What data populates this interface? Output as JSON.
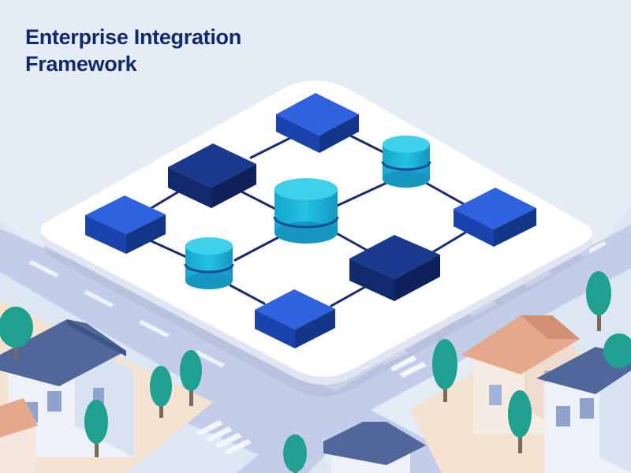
{
  "title": {
    "line1": "Enterprise Integration",
    "line2": "Framework"
  },
  "diagram": {
    "nodes": [
      {
        "id": "block-top",
        "shape": "block",
        "tone": "blue"
      },
      {
        "id": "block-upper-left",
        "shape": "block",
        "tone": "navy"
      },
      {
        "id": "cylinder-upper-right",
        "shape": "cylinder",
        "tone": "cyan"
      },
      {
        "id": "block-left",
        "shape": "block",
        "tone": "blue"
      },
      {
        "id": "cylinder-center",
        "shape": "cylinder",
        "tone": "cyan"
      },
      {
        "id": "block-right",
        "shape": "block",
        "tone": "blue"
      },
      {
        "id": "cylinder-lower-left",
        "shape": "cylinder",
        "tone": "cyan"
      },
      {
        "id": "block-lower-right",
        "shape": "block",
        "tone": "navy"
      },
      {
        "id": "block-bottom",
        "shape": "block",
        "tone": "blue"
      }
    ],
    "edges": [
      [
        "block-top",
        "block-upper-left"
      ],
      [
        "block-top",
        "cylinder-upper-right"
      ],
      [
        "block-upper-left",
        "block-left"
      ],
      [
        "block-upper-left",
        "cylinder-center"
      ],
      [
        "cylinder-upper-right",
        "cylinder-center"
      ],
      [
        "cylinder-upper-right",
        "block-right"
      ],
      [
        "block-left",
        "cylinder-lower-left"
      ],
      [
        "cylinder-center",
        "cylinder-lower-left"
      ],
      [
        "cylinder-center",
        "block-lower-right"
      ],
      [
        "block-right",
        "block-lower-right"
      ],
      [
        "cylinder-lower-left",
        "block-bottom"
      ],
      [
        "block-lower-right",
        "block-bottom"
      ]
    ]
  },
  "colors": {
    "sky": "#e4ecf6",
    "title": "#13296e",
    "platform": "#ffffff",
    "navy": "#15307e",
    "blue": "#1f4fc8",
    "cyan": "#1fbfe0",
    "connector": "#1b2b6b",
    "road": "#bcc6e4",
    "sidewalk": "#f6e4d2",
    "tree": "#20a08e",
    "roof_slate": "#51679c",
    "roof_clay": "#e6a88c"
  }
}
